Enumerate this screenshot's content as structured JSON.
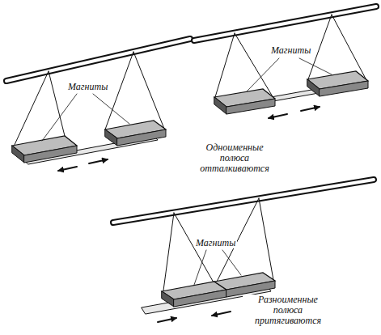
{
  "diagram": {
    "labels": [
      "Магниты",
      "Магниты",
      "Одноименные полюса отталкиваются",
      "Магниты",
      "Разноименные полюса притягиваются"
    ]
  }
}
